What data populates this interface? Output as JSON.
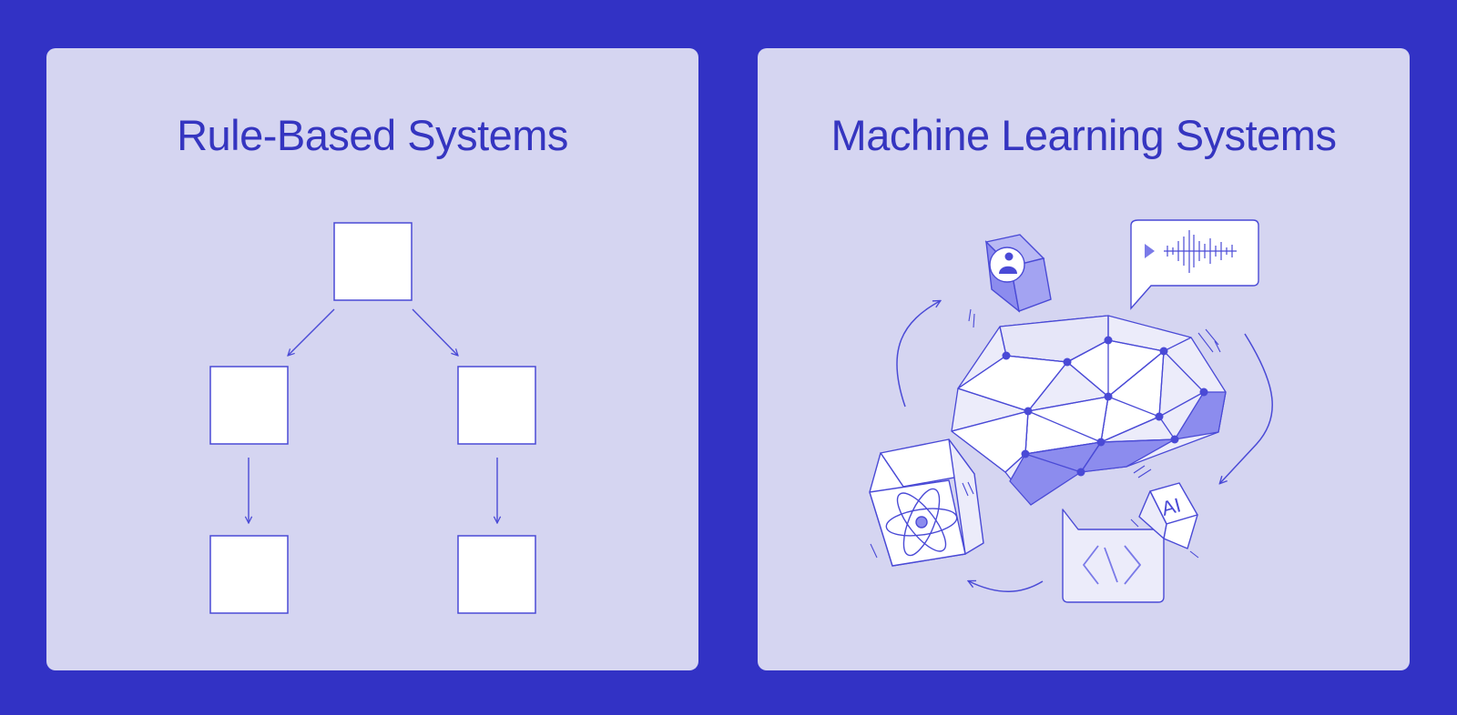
{
  "colors": {
    "background": "#3232c5",
    "panel": "#d5d5f1",
    "title": "#3535c0",
    "stroke": "#4a4ad6",
    "fill_dark": "#8c8cee",
    "fill_light": "#ececfa",
    "box": "#ffffff"
  },
  "left_panel": {
    "title": "Rule-Based Systems"
  },
  "right_panel": {
    "title": "Machine Learning Systems",
    "ai_label": "AI",
    "icons": [
      "user-cube-icon",
      "audio-message-icon",
      "neural-network-brain-icon",
      "atom-cube-icon",
      "code-window-icon",
      "ai-cube-icon"
    ]
  }
}
